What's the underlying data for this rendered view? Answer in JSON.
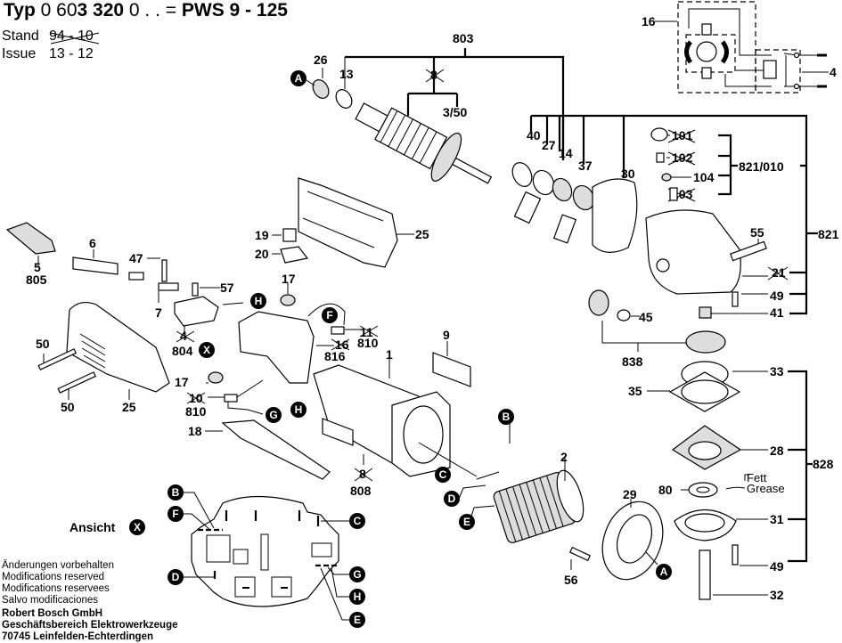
{
  "header": {
    "typ_label": "Typ",
    "typ_number_prefix": "0 60",
    "typ_number_bold": "3 320",
    "typ_number_suffix": "0 . . =",
    "model": "PWS  9 - 125"
  },
  "meta": {
    "stand_label": "Stand",
    "stand_value_struck": "94 - 10",
    "issue_label": "Issue",
    "issue_value": "13 - 12"
  },
  "footer": {
    "notices": [
      "Änderungen vorbehalten",
      "Modifications reserved",
      "Modifications reservees",
      "Salvo modificaciones"
    ],
    "company": [
      "Robert Bosch GmbH",
      "Geschäftsbereich Elektrowerkzeuge",
      "70745 Leinfelden-Echterdingen"
    ]
  },
  "view": {
    "ansicht_label": "Ansicht",
    "ansicht_marker": "X"
  },
  "grease_note": {
    "line1": "Fett",
    "line2": "Grease"
  },
  "part_labels": {
    "p803": "803",
    "p26": "26",
    "p13": "13",
    "p8": "8",
    "p3_50": "3/50",
    "p40": "40",
    "p27": "27",
    "p14": "14",
    "p37": "37",
    "p30": "30",
    "p16": "16",
    "p4": "4",
    "p101": "101",
    "p102": "102",
    "p104": "104",
    "p103": "103",
    "p821_010": "821/010",
    "p821": "821",
    "p55": "55",
    "p21": "21",
    "p49a": "49",
    "p41": "41",
    "p45": "45",
    "p838": "838",
    "p33": "33",
    "p35": "35",
    "p28": "28",
    "p828": "828",
    "p80": "80",
    "p31": "31",
    "p49b": "49",
    "p32": "32",
    "p29": "29",
    "p56": "56",
    "p2": "2",
    "p1": "1",
    "p9": "9",
    "p808": "808",
    "p8b": "8",
    "p25a": "25",
    "p19": "19",
    "p20": "20",
    "p17a": "17",
    "p6": "6",
    "p5": "5",
    "p805": "805",
    "p47": "47",
    "p57": "57",
    "p7": "7",
    "p4b": "4",
    "p804": "804",
    "p810a": "810",
    "p11a": "11",
    "p16b": "16",
    "p816": "816",
    "p50a": "50",
    "p50b": "50",
    "p25b": "25",
    "p17b": "17",
    "p10": "10",
    "p810b": "810",
    "p18": "18"
  },
  "markers": {
    "A": "A",
    "B": "B",
    "C": "C",
    "D": "D",
    "E": "E",
    "F": "F",
    "G": "G",
    "H": "H",
    "X": "X"
  }
}
